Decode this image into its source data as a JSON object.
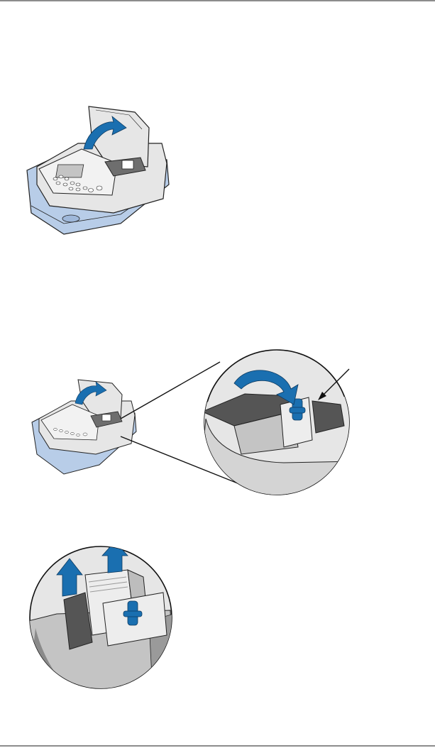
{
  "colors": {
    "blue": "#1a6fb0",
    "blue_light": "#b8cde8",
    "gray_light": "#e6e6e6",
    "gray_mid": "#c4c4c4",
    "gray_dark": "#6e6e6e",
    "outline": "#222222"
  },
  "figures": [
    {
      "name": "meter-lid-open-illustration",
      "icon": "curved-arrow-up"
    },
    {
      "name": "ink-cartridge-latch-closeup",
      "icon": "curved-arrow-down"
    },
    {
      "name": "ink-cartridge-removal-closeup",
      "icon": "double-arrow-up"
    }
  ]
}
